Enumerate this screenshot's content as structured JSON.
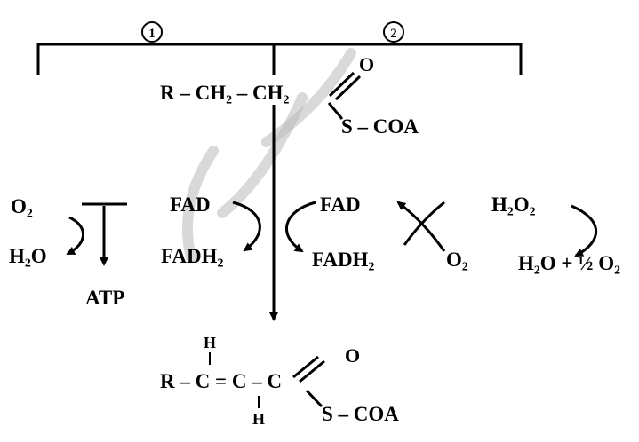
{
  "header_text": "",
  "labels": {
    "step1": "1",
    "step2": "2"
  },
  "substrate": {
    "chain": "R – CH₂ – CH₂",
    "oxygen": "O",
    "thioester": "S – COA"
  },
  "left_pathway": {
    "oxygen_in": "O₂",
    "water_out": "H₂O",
    "atp": "ATP"
  },
  "middle_pathway": {
    "fad": "FAD",
    "fadh2": "FADH₂"
  },
  "right_pathway": {
    "fad": "FAD",
    "fadh2": "FADH₂",
    "oxygen": "O₂",
    "peroxide": "H₂O₂",
    "decomposition": "H₂O + ½ O₂"
  },
  "product": {
    "h_top": "H",
    "h_bottom": "H",
    "backbone": "R – C = C – C",
    "oxygen": "O",
    "thioester": "S – COA"
  },
  "colors": {
    "ink": "#000000",
    "watermark": "#b9b9b9"
  }
}
